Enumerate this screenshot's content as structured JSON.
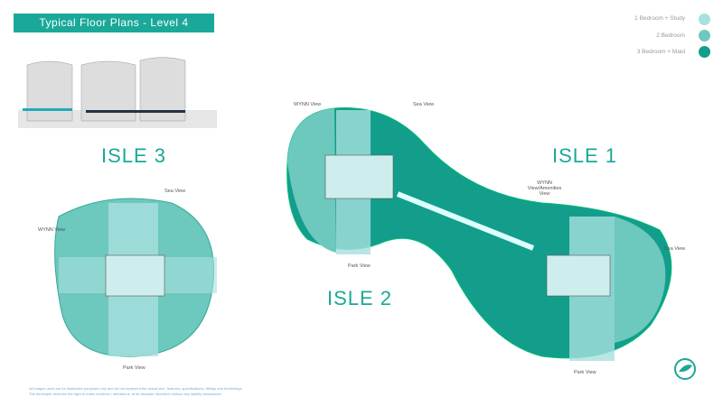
{
  "title": "Typical Floor Plans - Level 4",
  "legend": [
    {
      "label": "1 Bedroom + Study",
      "color": "#a8e0de"
    },
    {
      "label": "2 Bedroom",
      "color": "#6dc8bd"
    },
    {
      "label": "3 Bedroom + Maid",
      "color": "#139e8c"
    }
  ],
  "isles": {
    "isle3": "ISLE 3",
    "isle1": "ISLE 1",
    "isle2": "ISLE 2"
  },
  "views": {
    "isle3_sea": "Sea View",
    "isle3_wynn": "WYNN View",
    "isle3_park": "Park View",
    "isle2_wynn": "WYNN View",
    "isle2_sea": "Sea View",
    "isle2_park": "Park View",
    "isle1_wynn": "WYNN View/Amenities View",
    "isle1_sea": "Sea View",
    "isle1_park": "Park View"
  },
  "footnote": "All images used are for illustrative purposes only and do not represent the actual size, features, specifications, fittings and furnishings. The developer reserves the right to make revisions / alterations, at its absolute discretion without any liability whatsoever.",
  "icons": {
    "logo": "compass-logo-icon"
  }
}
